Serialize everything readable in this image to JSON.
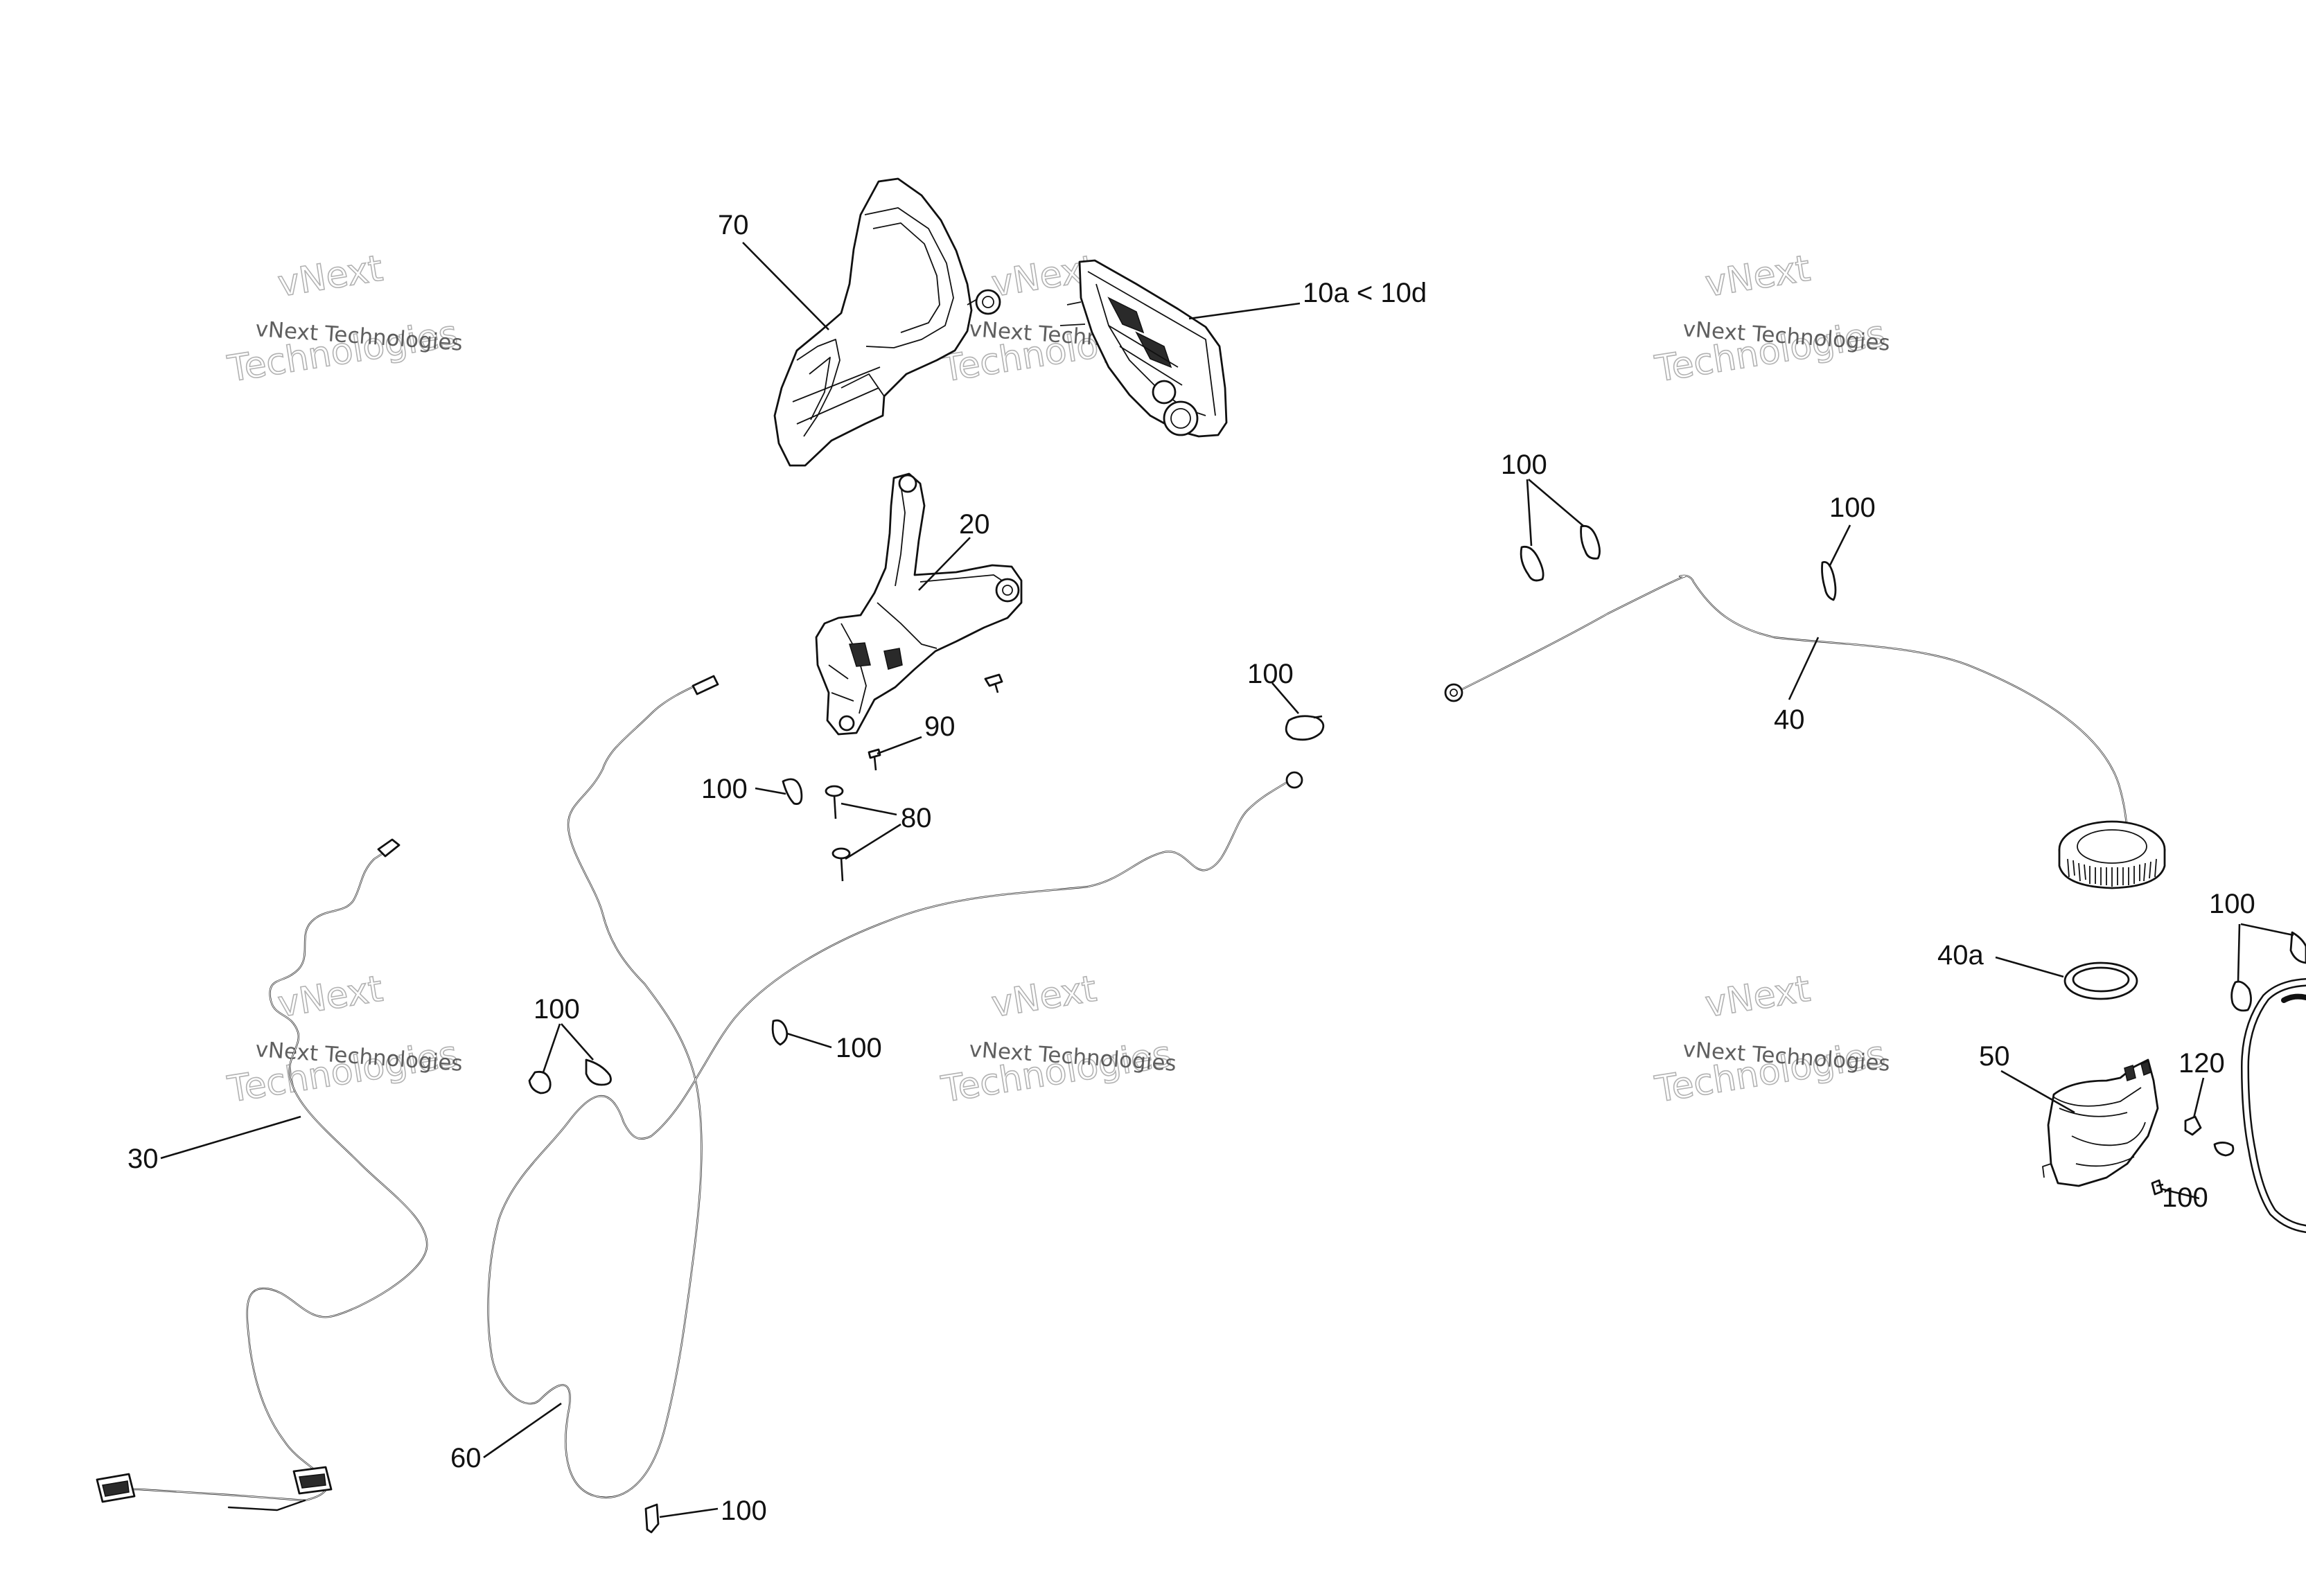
{
  "callouts": [
    {
      "id": "70",
      "text": "70"
    },
    {
      "id": "10",
      "text": "10a < 10d"
    },
    {
      "id": "20",
      "text": "20"
    },
    {
      "id": "90",
      "text": "90"
    },
    {
      "id": "100a",
      "text": "100"
    },
    {
      "id": "80",
      "text": "80"
    },
    {
      "id": "100b",
      "text": "100"
    },
    {
      "id": "100c",
      "text": "100"
    },
    {
      "id": "100d",
      "text": "100"
    },
    {
      "id": "100e",
      "text": "100"
    },
    {
      "id": "100f",
      "text": "100"
    },
    {
      "id": "40",
      "text": "40"
    },
    {
      "id": "100g",
      "text": "100"
    },
    {
      "id": "40a",
      "text": "40a"
    },
    {
      "id": "50",
      "text": "50"
    },
    {
      "id": "120",
      "text": "120"
    },
    {
      "id": "100h",
      "text": "100"
    },
    {
      "id": "30",
      "text": "30"
    },
    {
      "id": "60",
      "text": "60"
    },
    {
      "id": "100i",
      "text": "100"
    }
  ],
  "watermark": {
    "small_text": "vNext Technologies",
    "big_line1": "vNext",
    "big_line2": "Technologies"
  },
  "colors": {
    "line": "#111111",
    "background": "#ffffff",
    "watermark": "#aaaaaa"
  }
}
